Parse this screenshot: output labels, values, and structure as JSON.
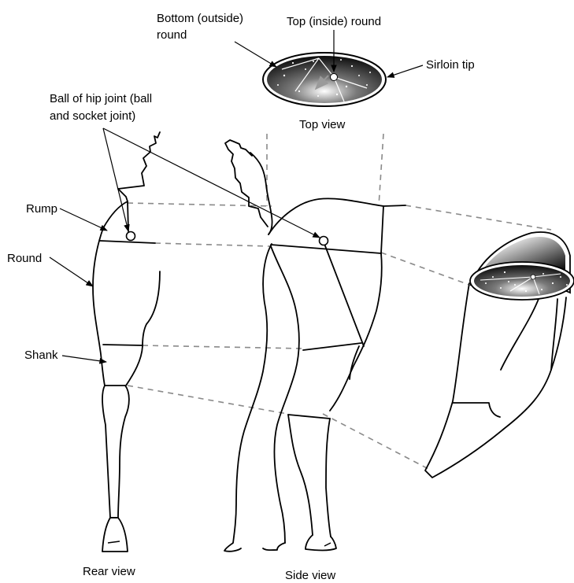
{
  "labels": {
    "bottom_round_1": "Bottom (outside)",
    "bottom_round_2": "round",
    "top_round": "Top (inside) round",
    "sirloin_tip": "Sirloin tip",
    "hip_joint_1": "Ball of hip joint (ball",
    "hip_joint_2": "and socket joint)",
    "top_view": "Top view",
    "rump": "Rump",
    "round": "Round",
    "shank": "Shank",
    "rear_view": "Rear view",
    "side_view": "Side view"
  },
  "colors": {
    "outline": "#000000",
    "dashed_guides": "#8a8a8a",
    "cross_section_dark": "#000000",
    "cross_section_light": "#ffffff"
  }
}
